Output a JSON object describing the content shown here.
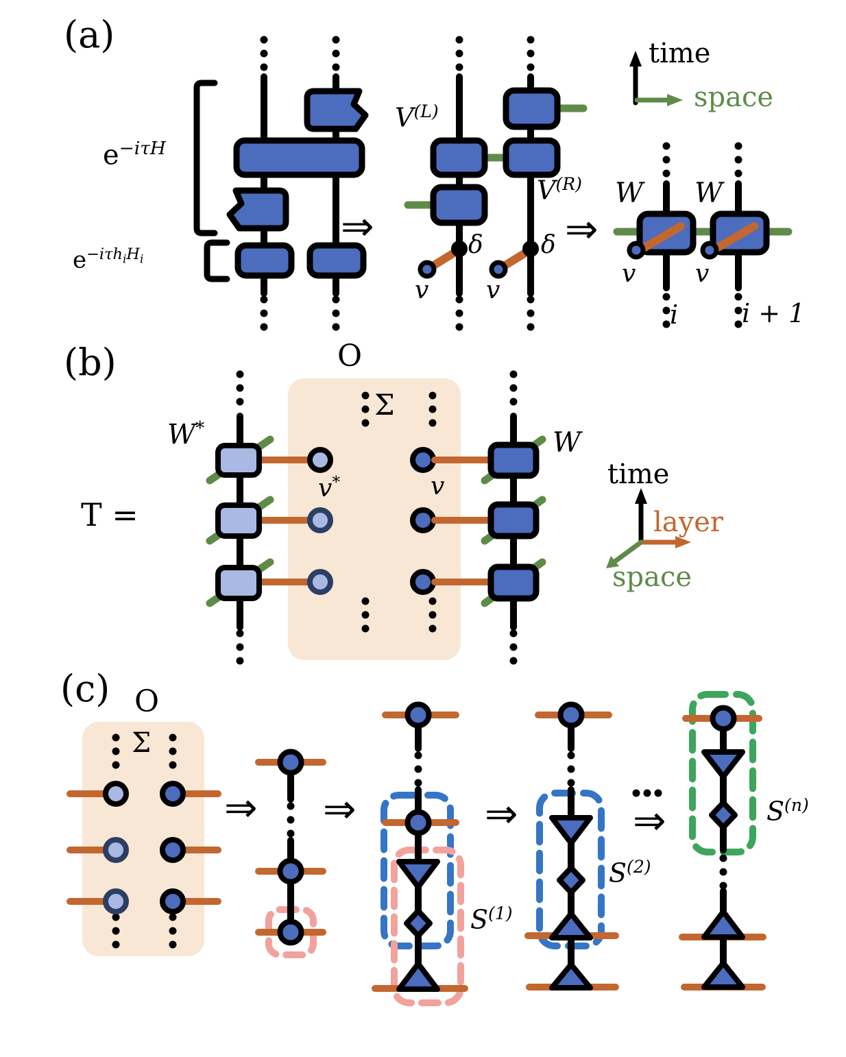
{
  "panel_a": {
    "tag": "(a)",
    "exp_full": {
      "base": "e",
      "sup": "−iτH"
    },
    "exp_local": {
      "base": "e",
      "p1": "−iτh",
      "s1": "i",
      "p2": "H",
      "s2": "i"
    },
    "v_left": {
      "base": "V",
      "sup": "(L)"
    },
    "v_right": {
      "base": "V",
      "sup": "(R)"
    },
    "delta": "δ",
    "v": "v",
    "w": "W",
    "site_i": "i",
    "site_i_plus_1": "i + 1",
    "axis_time": "time",
    "axis_space": "space"
  },
  "panel_b": {
    "tag": "(b)",
    "t_equals": "T =",
    "w_conj": {
      "base": "W",
      "sup": "*"
    },
    "w": "W",
    "observable": "O",
    "sum": "Σ",
    "v_conj": {
      "base": "v",
      "sup": "*"
    },
    "v": "v",
    "axis_time": "time",
    "axis_layer": "layer",
    "axis_space": "space"
  },
  "panel_c": {
    "tag": "(c)",
    "observable": "O",
    "sum": "Σ",
    "s1": {
      "base": "S",
      "sup": "(1)"
    },
    "s2": {
      "base": "S",
      "sup": "(2)"
    },
    "sn": {
      "base": "S",
      "sup": "(n)"
    }
  },
  "icons": {
    "double_arrow": "⇒"
  },
  "colors": {
    "gate_blue": "#4c6cbe",
    "gate_blue_light": "#a9b9e4",
    "outline_navy": "#2d3e63",
    "space_green": "#5f8b49",
    "layer_orange": "#c2672f",
    "region_peach": "#f9e7d6",
    "dashed_blue": "#3575c5",
    "dashed_pink": "#f2a29c",
    "dashed_green": "#3da55c",
    "wire_black": "#000000"
  }
}
